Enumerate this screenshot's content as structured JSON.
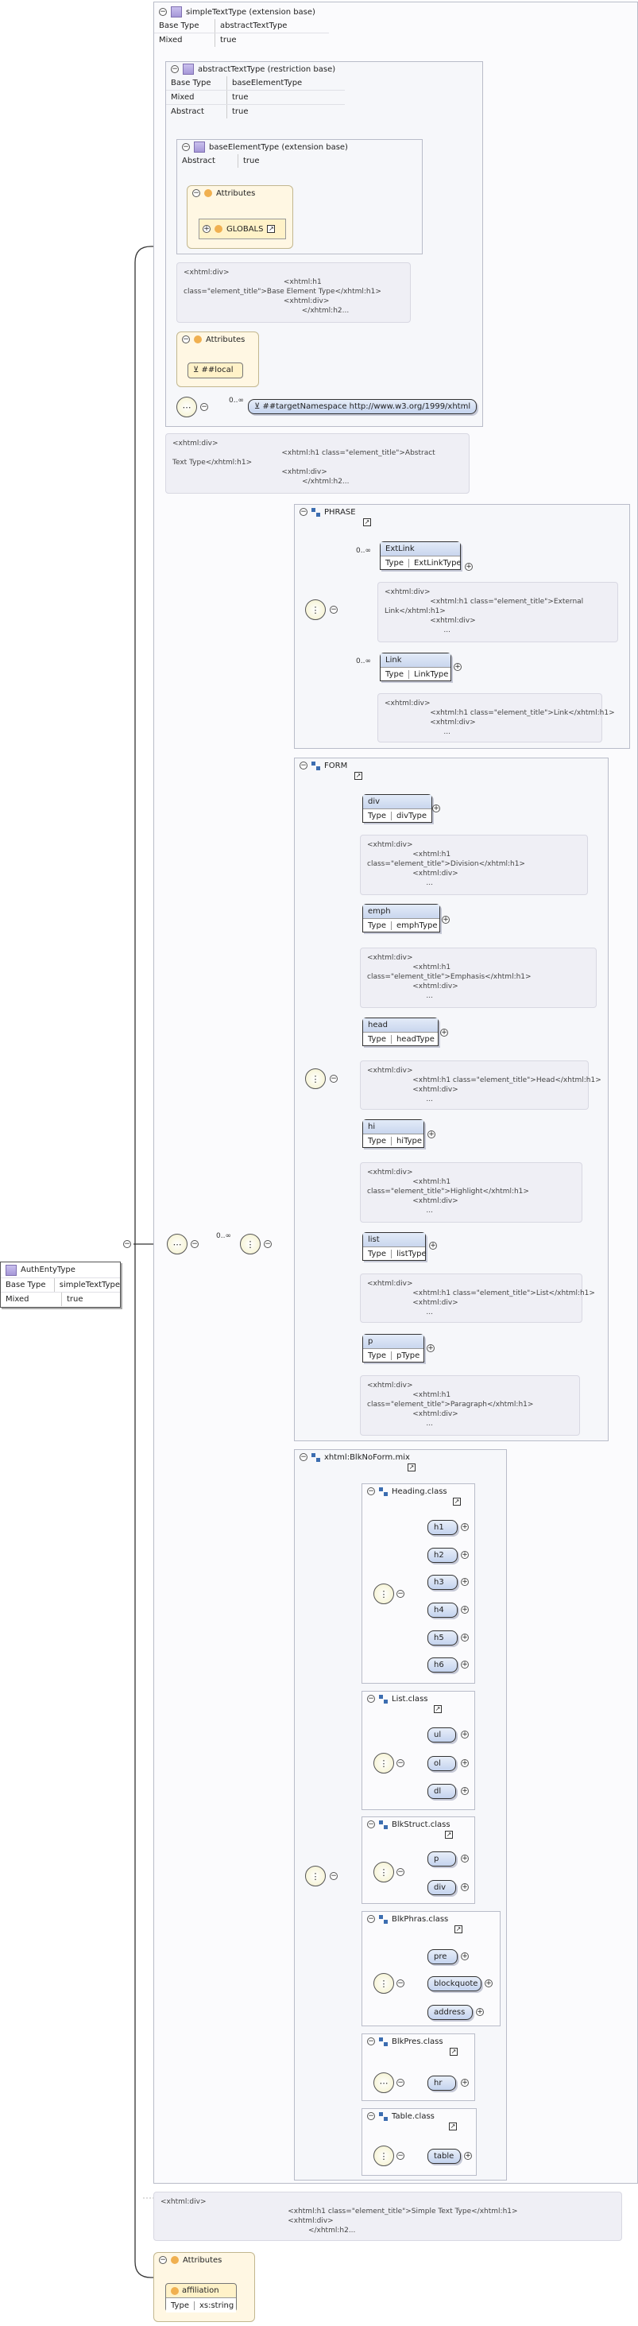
{
  "root": {
    "name": "AuthEntyType",
    "rows": [
      {
        "k": "Base Type",
        "v": "simpleTextType"
      },
      {
        "k": "Mixed",
        "v": "true"
      }
    ]
  },
  "simpleTextType": {
    "title": "simpleTextType (extension base)",
    "rows": [
      {
        "k": "Base Type",
        "v": "abstractTextType"
      },
      {
        "k": "Mixed",
        "v": "true"
      }
    ],
    "doc": "<xhtml:div>\n                                                        <xhtml:h1 class=\"element_title\">Simple Text Type</xhtml:h1>\n                                                        <xhtml:div>\n                                                                 </xhtml:h2..."
  },
  "abstractTextType": {
    "title": "abstractTextType (restriction base)",
    "rows": [
      {
        "k": "Base Type",
        "v": "baseElementType"
      },
      {
        "k": "Mixed",
        "v": "true"
      },
      {
        "k": "Abstract",
        "v": "true"
      }
    ],
    "doc": "<xhtml:div>\n                                                <xhtml:h1 class=\"element_title\">Abstract\nText Type</xhtml:h1>\n                                                <xhtml:div>\n                                                         </xhtml:h2..."
  },
  "baseElementType": {
    "title": "baseElementType (extension base)",
    "rows": [
      {
        "k": "Abstract",
        "v": "true"
      }
    ],
    "attributes_label": "Attributes",
    "globals": "GLOBALS",
    "doc": "<xhtml:div>\n                                            <xhtml:h1\nclass=\"element_title\">Base Element Type</xhtml:h1>\n                                            <xhtml:div>\n                                                    </xhtml:h2..."
  },
  "abstract_attrs": {
    "label": "Attributes",
    "local": "##local"
  },
  "any_ns": {
    "card": "0..∞",
    "label": "##targetNamespace http://www.w3.org/1999/xhtml"
  },
  "outer_card": "0..∞",
  "phrase": {
    "title": "PHRASE",
    "items": [
      {
        "name": "ExtLink",
        "type": "ExtLinkType",
        "card": "0..∞",
        "doc": "<xhtml:div>\n                    <xhtml:h1 class=\"element_title\">External\nLink</xhtml:h1>\n                    <xhtml:div>\n                          ..."
      },
      {
        "name": "Link",
        "type": "LinkType",
        "card": "0..∞",
        "doc": "<xhtml:div>\n                    <xhtml:h1 class=\"element_title\">Link</xhtml:h1>\n                    <xhtml:div>\n                          ..."
      }
    ]
  },
  "form": {
    "title": "FORM",
    "items": [
      {
        "name": "div",
        "type": "divType",
        "doc": "<xhtml:div>\n                    <xhtml:h1\nclass=\"element_title\">Division</xhtml:h1>\n                    <xhtml:div>\n                          ..."
      },
      {
        "name": "emph",
        "type": "emphType",
        "doc": "<xhtml:div>\n                    <xhtml:h1\nclass=\"element_title\">Emphasis</xhtml:h1>\n                    <xhtml:div>\n                          ..."
      },
      {
        "name": "head",
        "type": "headType",
        "doc": "<xhtml:div>\n                    <xhtml:h1 class=\"element_title\">Head</xhtml:h1>\n                    <xhtml:div>\n                          ..."
      },
      {
        "name": "hi",
        "type": "hiType",
        "doc": "<xhtml:div>\n                    <xhtml:h1\nclass=\"element_title\">Highlight</xhtml:h1>\n                    <xhtml:div>\n                          ..."
      },
      {
        "name": "list",
        "type": "listType",
        "doc": "<xhtml:div>\n                    <xhtml:h1 class=\"element_title\">List</xhtml:h1>\n                    <xhtml:div>\n                          ..."
      },
      {
        "name": "p",
        "type": "pType",
        "doc": "<xhtml:div>\n                    <xhtml:h1\nclass=\"element_title\">Paragraph</xhtml:h1>\n                    <xhtml:div>\n                          ..."
      }
    ]
  },
  "blknoform": {
    "title": "xhtml:BlkNoForm.mix",
    "groups": [
      {
        "title": "Heading.class",
        "items": [
          "h1",
          "h2",
          "h3",
          "h4",
          "h5",
          "h6"
        ]
      },
      {
        "title": "List.class",
        "items": [
          "ul",
          "ol",
          "dl"
        ]
      },
      {
        "title": "BlkStruct.class",
        "items": [
          "p",
          "div"
        ]
      },
      {
        "title": "BlkPhras.class",
        "items": [
          "pre",
          "blockquote",
          "address"
        ]
      },
      {
        "title": "BlkPres.class",
        "items": [
          "hr"
        ]
      },
      {
        "title": "Table.class",
        "items": [
          "table"
        ]
      }
    ]
  },
  "attributes": {
    "label": "Attributes",
    "name": "affiliation",
    "type_k": "Type",
    "type_v": "xs:string"
  }
}
